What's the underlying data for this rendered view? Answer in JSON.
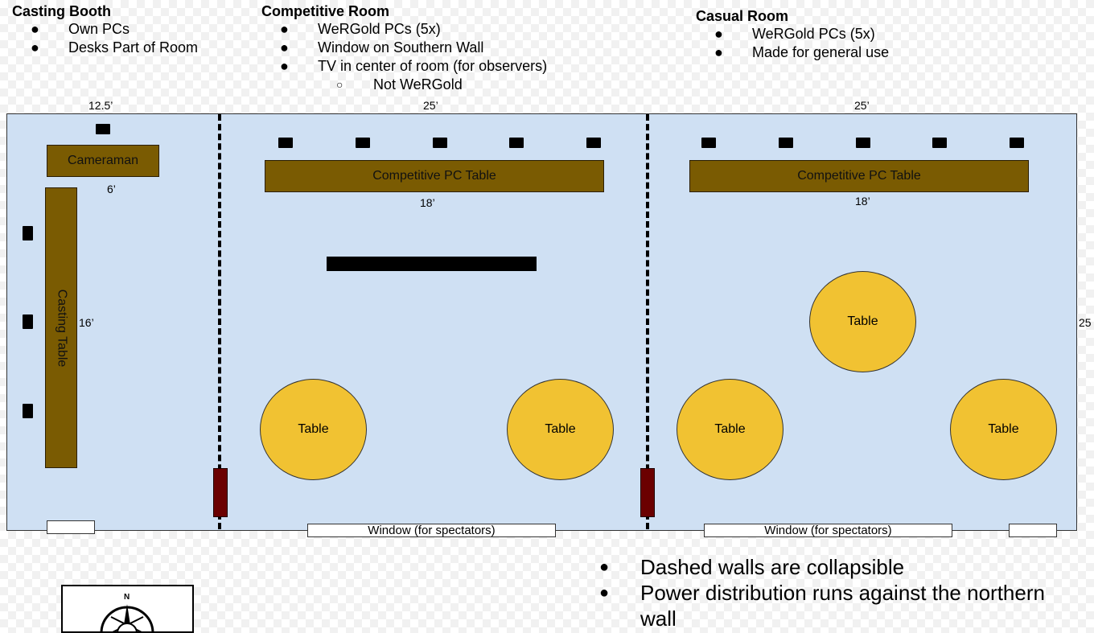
{
  "casting_booth": {
    "heading": "Casting Booth",
    "bullets": [
      "Own PCs",
      "Desks Part of Room"
    ],
    "width_label": "12.5’",
    "cameraman_label": "Cameraman",
    "cameraman_width_label": "6’",
    "casting_table_label": "Casting Table",
    "casting_table_length_label": "16’"
  },
  "competitive_room": {
    "heading": "Competitive Room",
    "bullets": [
      "WeRGold PCs (5x)",
      "Window on Southern Wall",
      "TV in center of room (for observers)"
    ],
    "sub_bullet": "Not WeRGold",
    "width_label": "25’",
    "pc_table_label": "Competitive PC Table",
    "pc_table_length_label": "18’",
    "tables": [
      "Table",
      "Table"
    ],
    "window_label": "Window (for spectators)"
  },
  "casual_room": {
    "heading": "Casual Room",
    "bullets": [
      "WeRGold PCs (5x)",
      "Made for general use"
    ],
    "width_label": "25’",
    "pc_table_label": "Competitive PC Table",
    "pc_table_length_label": "18’",
    "tables": [
      "Table",
      "Table",
      "Table"
    ],
    "window_label": "Window (for spectators)"
  },
  "depth_label": "25",
  "notes": {
    "bullets": [
      "Dashed walls are collapsible",
      "Power distribution runs against the northern",
      "wall"
    ]
  },
  "compass": {
    "north_label": "N"
  },
  "bullet_chars": {
    "main": "●",
    "sub": "○"
  },
  "colors": {
    "room_fill": "#cfe0f3",
    "furniture_brown": "#7a5b02",
    "table_yellow": "#f1c232",
    "door_red": "#6b0000"
  }
}
